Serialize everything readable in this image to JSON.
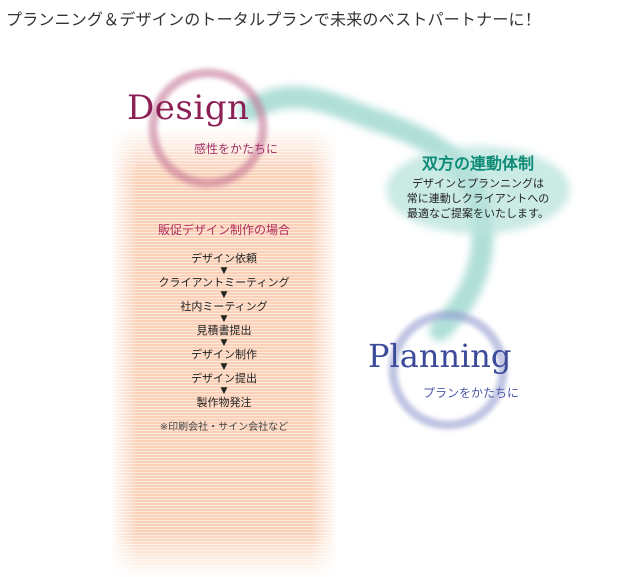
{
  "headline": "プランニング＆デザインのトータルプランで未来のベストパートナーに！",
  "design": {
    "title": "Design",
    "subtitle": "感性をかたちに"
  },
  "planning": {
    "title": "Planning",
    "subtitle": "プランをかたちに"
  },
  "mutual": {
    "title": "双方の連動体制",
    "lines": [
      "デザインとプランニングは",
      "常に連動しクライアントへの",
      "最適なご提案をいたします。"
    ]
  },
  "flow": {
    "title": "販促デザイン制作の場合",
    "steps": [
      "デザイン依頼",
      "クライアントミーティング",
      "社内ミーティング",
      "見積書提出",
      "デザイン制作",
      "デザイン提出",
      "製作物発注"
    ],
    "arrow": "▼",
    "note": "※印刷会社・サイン会社など"
  },
  "colors": {
    "design": "#8c1f53",
    "design_ring": "#c26f92",
    "planning": "#3c4a9a",
    "planning_ring": "#8e96cc",
    "teal": "#0f8c78",
    "teal_band": "#a8dcd4",
    "panel": "#f8c6a8"
  }
}
